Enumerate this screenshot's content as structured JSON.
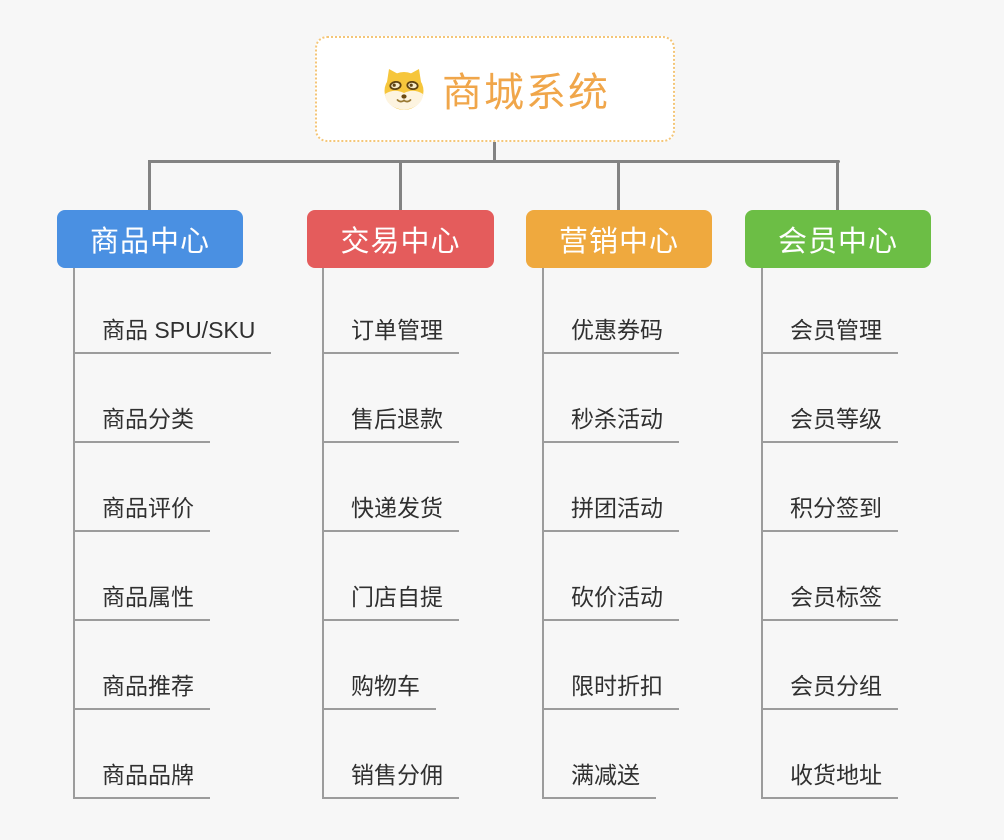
{
  "page": {
    "background_color": "#f7f7f7",
    "connector_color": "#838383",
    "child_line_color": "#9c9c9c",
    "child_text_color": "#303030"
  },
  "root": {
    "title": "商城系统",
    "title_color": "#f0a64a",
    "border_color": "#f4c678",
    "icon": "doge-icon"
  },
  "branches": [
    {
      "label": "商品中心",
      "color": "#4a90e2",
      "children": [
        "商品 SPU/SKU",
        "商品分类",
        "商品评价",
        "商品属性",
        "商品推荐",
        "商品品牌"
      ]
    },
    {
      "label": "交易中心",
      "color": "#e45c5c",
      "children": [
        "订单管理",
        "售后退款",
        "快递发货",
        "门店自提",
        "购物车",
        "销售分佣"
      ]
    },
    {
      "label": "营销中心",
      "color": "#efa93e",
      "children": [
        "优惠券码",
        "秒杀活动",
        "拼团活动",
        "砍价活动",
        "限时折扣",
        "满减送"
      ]
    },
    {
      "label": "会员中心",
      "color": "#6cbe45",
      "children": [
        "会员管理",
        "会员等级",
        "积分签到",
        "会员标签",
        "会员分组",
        "收货地址"
      ]
    }
  ]
}
